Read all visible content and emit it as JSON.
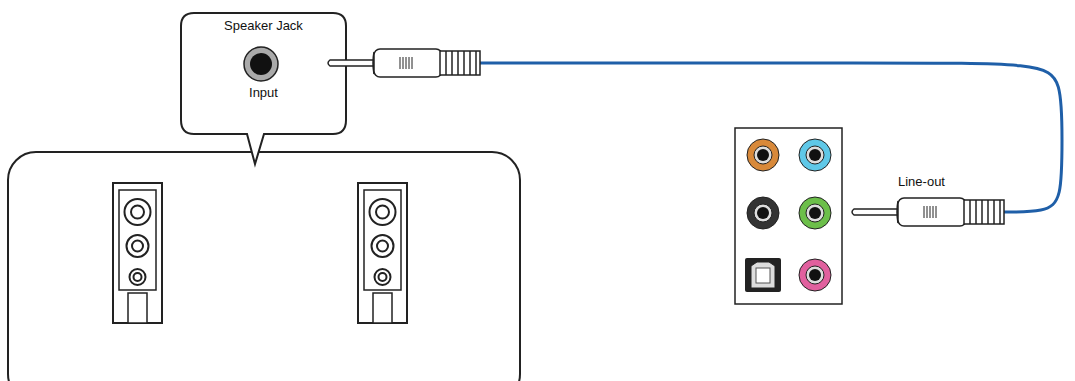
{
  "diagram": {
    "nodes": [
      {
        "text": [
          "Speaker Jack",
          "Input"
        ]
      }
    ],
    "labels": [
      "Line-out"
    ]
  }
}
